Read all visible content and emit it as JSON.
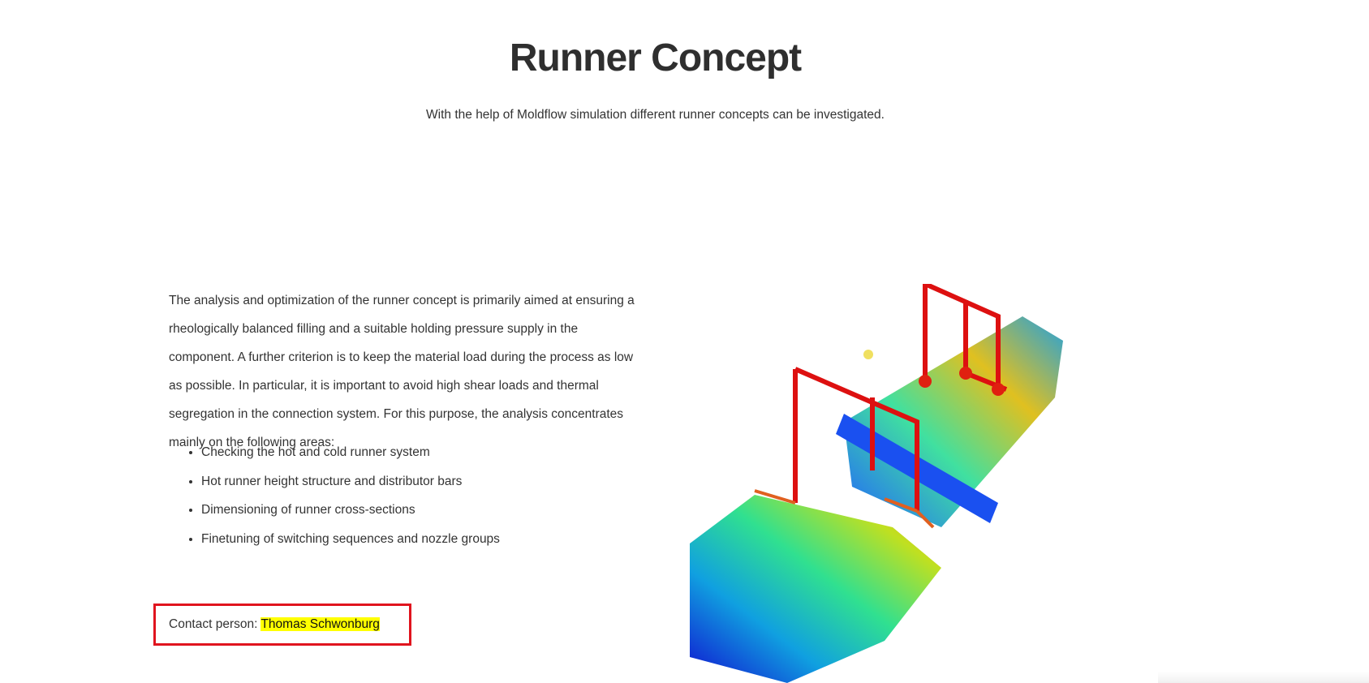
{
  "page": {
    "title": "Runner Concept",
    "subtitle": "With the help of Moldflow simulation different runner concepts can be investigated.",
    "intro": "The analysis and optimization of the runner concept is primarily aimed at ensuring a rheologically balanced filling and a suitable holding pressure supply in the component. A further criterion is to keep the material load during the process as low as possible. In particular, it is important to avoid high shear loads and thermal segregation in the connection system. For this purpose, the analysis concentrates mainly on the following areas:",
    "areas": [
      "Checking the hot and cold runner system",
      "Hot runner height structure and distributor bars",
      "Dimensioning of runner cross-sections",
      "Finetuning of switching sequences and nozzle groups"
    ],
    "contact_label": "Contact person:",
    "contact_name": "Thomas Schwonburg"
  },
  "colors": {
    "highlight": "#ffff00",
    "box": "#e0141e"
  }
}
